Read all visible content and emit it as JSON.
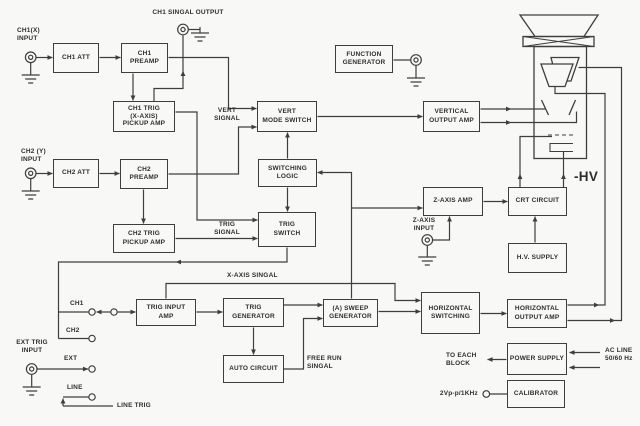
{
  "diagram_type": "oscilloscope-block-diagram",
  "colors": {
    "line": "#3e3e3e",
    "text": "#2e2e2e",
    "background": "#f8f8f6"
  },
  "blocks": {
    "ch1_att": "CH1 ATT",
    "ch1_preamp": "CH1\nPREAMP",
    "ch1_trig_pickup": "CH1 TRIG\n(X-AXIS)\nPICKUP AMP",
    "function_generator": "FUNCTION\nGENERATOR",
    "vert_mode_switch": "VERT\nMODE SWITCH",
    "vertical_output_amp": "VERTICAL\nOUTPUT AMP",
    "ch2_att": "CH2 ATT",
    "ch2_preamp": "CH2\nPREAMP",
    "switching_logic": "SWITCHING\nLOGIC",
    "ch2_trig_pickup": "CH2 TRIG\nPICKUP AMP",
    "trig_switch": "TRIG\nSWITCH",
    "z_axis_amp": "Z-AXIS AMP",
    "crt_circuit": "CRT CIRCUIT",
    "hv_supply": "H.V. SUPPLY",
    "trig_input_amp": "TRIG INPUT\nAMP",
    "trig_generator": "TRIG\nGENERATOR",
    "sweep_generator": "(A) SWEEP\nGENERATOR",
    "auto_circuit": "AUTO CIRCUIT",
    "horizontal_switching": "HORIZONTAL\nSWITCHING",
    "horizontal_output_amp": "HORIZONTAL\nOUTPUT AMP",
    "power_supply": "POWER SUPPLY",
    "calibrator": "CALIBRATOR"
  },
  "labels": {
    "ch1_input": "CH1(X)\nINPUT",
    "ch1_signal_output": "CH1 SINGAL OUTPUT",
    "ch2_input": "CH2 (Y)\nINPUT",
    "vert_signal": "VERT\nSIGNAL",
    "trig_signal": "TRIG\nSIGNAL",
    "x_axis_signal": "X-AXIS SINGAL",
    "z_axis_input": "Z-AXIS\nINPUT",
    "neg_hv": "-HV",
    "ext_trig_input": "EXT TRIG\nINPUT",
    "ch1_tap": "CH1",
    "ch2_tap": "CH2",
    "ext_tap": "EXT",
    "line_tap": "LINE",
    "line_trig": "LINE TRIG",
    "free_run_signal": "FREE RUN\nSINGAL",
    "to_each_block": "TO EACH\nBLOCK",
    "ac_line": "AC LINE\n50/60 Hz",
    "calibrator_signal": "2Vp-p/1KHz"
  }
}
